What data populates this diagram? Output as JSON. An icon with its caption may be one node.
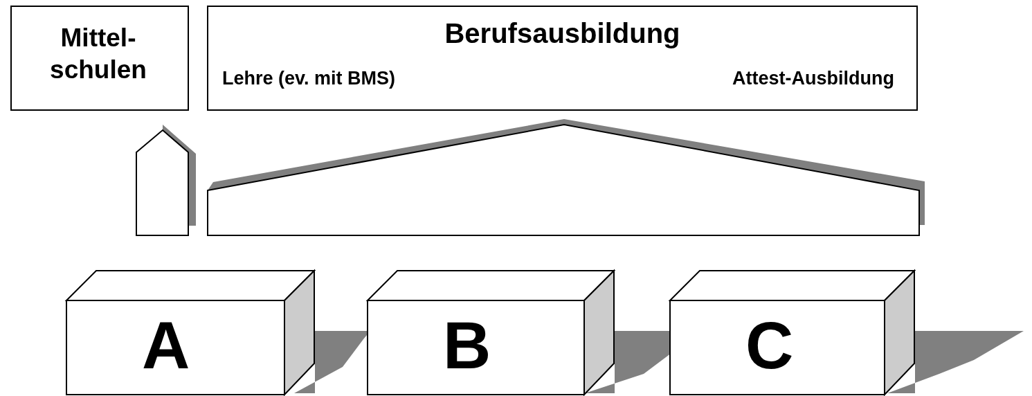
{
  "diagram": {
    "nodes": [
      {
        "text": [
          "Mittel- schulen"
        ]
      },
      {
        "text": [
          "Berufsausbildung",
          "Lehre (ev. mit BMS)",
          "Attest-Ausbildung"
        ]
      },
      {
        "text": [],
        "shape": "pentagon"
      },
      {
        "text": [],
        "shape": "pentagon"
      },
      {
        "text": [
          "A"
        ]
      },
      {
        "text": [
          "B"
        ]
      },
      {
        "text": [
          "C"
        ]
      }
    ]
  }
}
